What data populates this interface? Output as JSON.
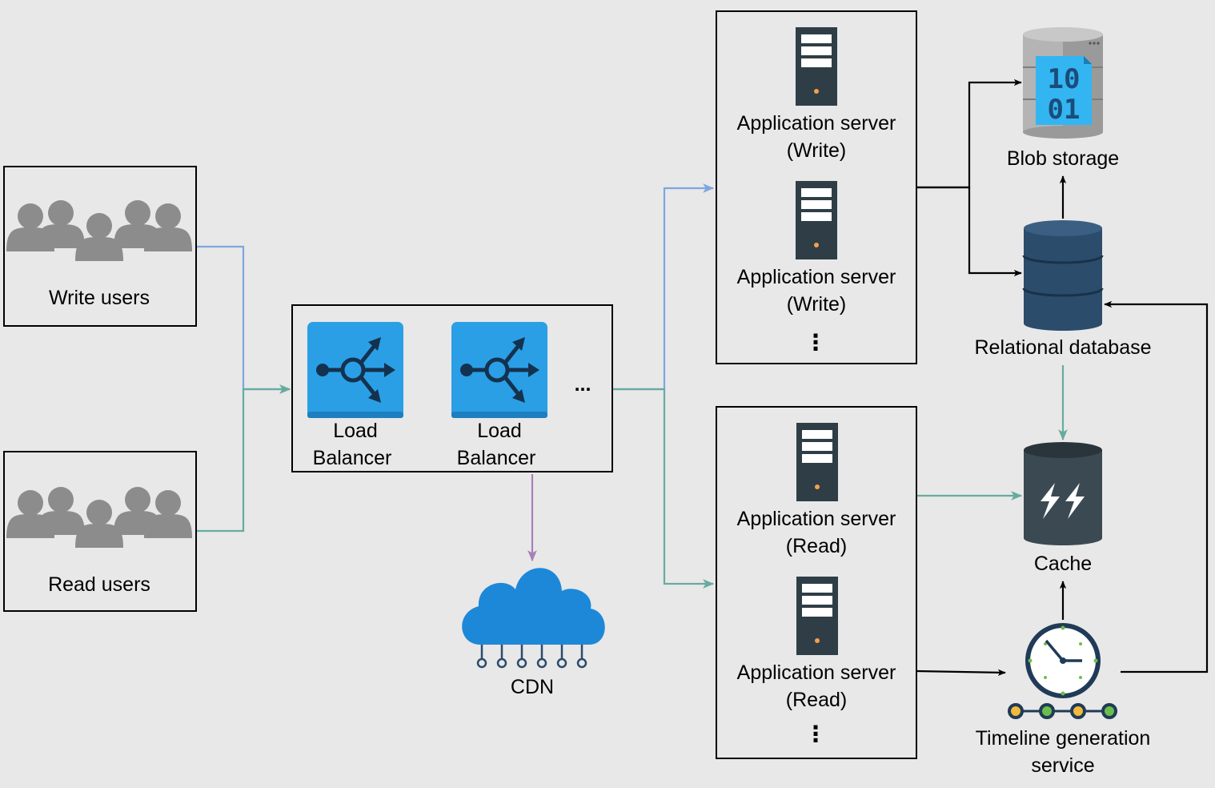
{
  "nodes": {
    "write_users": {
      "label": "Write users"
    },
    "read_users": {
      "label": "Read users"
    },
    "load_balancer_1": {
      "line1": "Load",
      "line2": "Balancer"
    },
    "load_balancer_2": {
      "line1": "Load",
      "line2": "Balancer"
    },
    "load_balancer_more": {
      "label": "..."
    },
    "cdn": {
      "label": "CDN"
    },
    "app_write_1": {
      "line1": "Application server",
      "line2": "(Write)"
    },
    "app_write_2": {
      "line1": "Application server",
      "line2": "(Write)"
    },
    "app_write_more": {
      "label": "⋮"
    },
    "app_read_1": {
      "line1": "Application server",
      "line2": "(Read)"
    },
    "app_read_2": {
      "line1": "Application server",
      "line2": "(Read)"
    },
    "app_read_more": {
      "label": "⋮"
    },
    "blob_storage": {
      "label": "Blob storage",
      "icon_text_1": "10",
      "icon_text_2": "01"
    },
    "relational_database": {
      "label": "Relational database"
    },
    "cache": {
      "label": "Cache"
    },
    "timeline_service": {
      "line1": "Timeline generation",
      "line2": "service"
    }
  },
  "colors": {
    "write_path": "#7ea6e0",
    "read_path": "#67ab9f",
    "cdn_path": "#a680b8",
    "default_path": "#000000",
    "users_icon": "#8c8c8c",
    "load_balancer": "#2a9fe6",
    "server": "#2f3e46",
    "database": "#2c4c6c",
    "cache": "#3b4a52",
    "cdn": "#1e88d8"
  },
  "icons": {
    "users": "people-group-icon",
    "load_balancer": "load-balancer-icon",
    "server": "server-tower-icon",
    "blob": "blob-storage-icon",
    "database": "database-stack-icon",
    "cache": "cache-lightning-icon",
    "cdn": "cloud-network-icon",
    "timeline": "clock-service-icon"
  }
}
